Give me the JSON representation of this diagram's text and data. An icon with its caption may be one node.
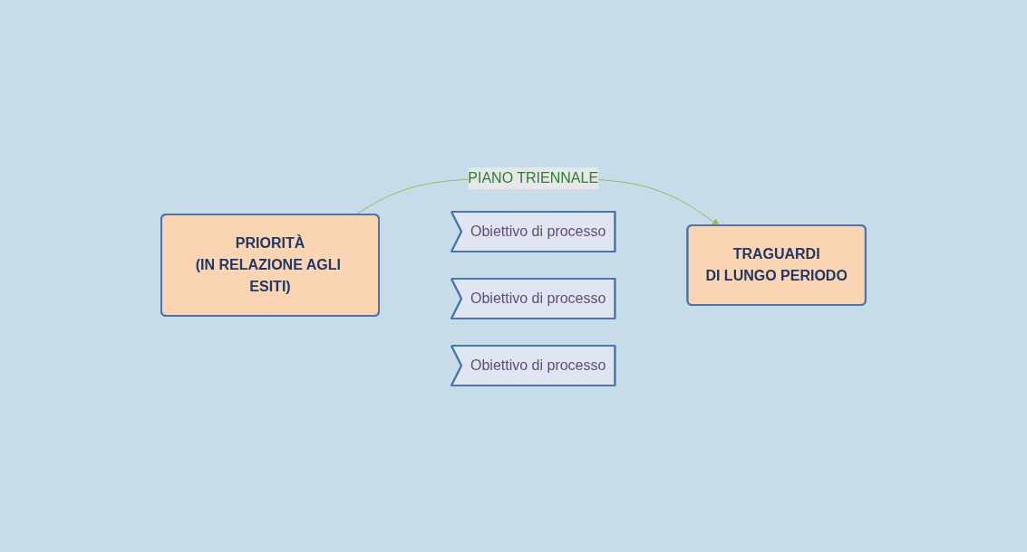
{
  "diagram": {
    "nodes": [
      {
        "text": [
          "PRIORITÀ",
          "(IN RELAZIONE AGLI ESITI)"
        ]
      },
      {
        "text": [
          "Obiettivo di processo"
        ]
      },
      {
        "text": [
          "Obiettivo di processo"
        ]
      },
      {
        "text": [
          "Obiettivo di processo"
        ]
      },
      {
        "text": [
          "TRAGUARDI",
          "DI LUNGO PERIODO"
        ]
      }
    ],
    "edges": [
      {
        "from": 0,
        "to": 4,
        "arrow": "to",
        "label": "PIANO TRIENNALE",
        "color": "#9bbb59"
      }
    ]
  }
}
